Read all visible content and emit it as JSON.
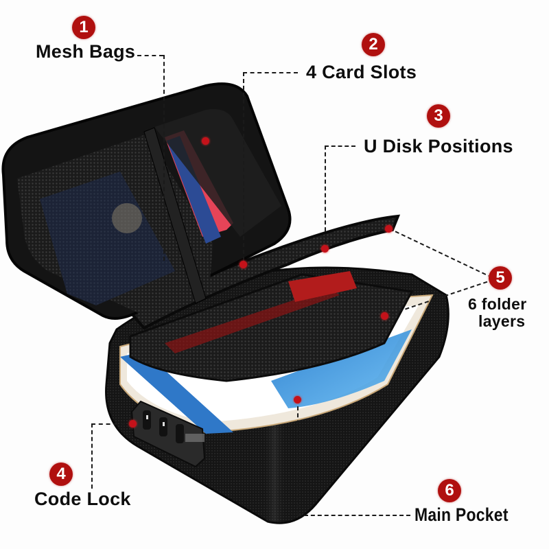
{
  "product": {
    "name": "fireproof-document-case",
    "body_color": "#141414",
    "accent_red": "#b0100f"
  },
  "callouts": [
    {
      "number": "1",
      "label": "Mesh Bags"
    },
    {
      "number": "2",
      "label": "4 Card Slots"
    },
    {
      "number": "3",
      "label": "U Disk Positions"
    },
    {
      "number": "4",
      "label": "Code Lock"
    },
    {
      "number": "5",
      "label_line1": "6 folder",
      "label_line2": "layers"
    },
    {
      "number": "6",
      "label": "Main Pocket"
    }
  ]
}
